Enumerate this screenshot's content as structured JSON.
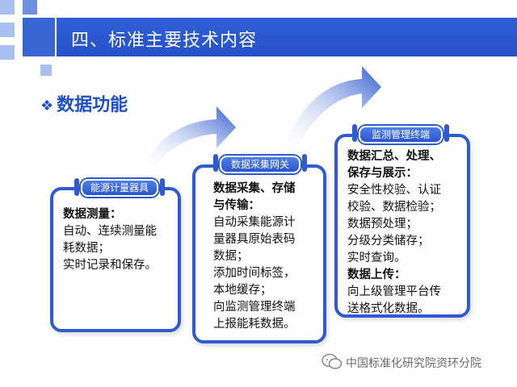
{
  "slide": {
    "title": "四、标准主要技术内容",
    "section_bullet": "❖",
    "section_title": "数据功能"
  },
  "boxes": [
    {
      "header": "能源计量器具",
      "lines": [
        {
          "text": "数据测量：",
          "bold": true
        },
        {
          "text": "自动、连续测量能",
          "bold": false
        },
        {
          "text": "耗数据；",
          "bold": false
        },
        {
          "text": "实时记录和保存。",
          "bold": false
        }
      ]
    },
    {
      "header": "数据采集网关",
      "lines": [
        {
          "text": "数据采集、存储",
          "bold": true
        },
        {
          "text": "与传输：",
          "bold": true
        },
        {
          "text": "自动采集能源计",
          "bold": false
        },
        {
          "text": "量器具原始表码",
          "bold": false
        },
        {
          "text": "数据；",
          "bold": false
        },
        {
          "text": "添加时间标签，",
          "bold": false
        },
        {
          "text": "本地缓存；",
          "bold": false
        },
        {
          "text": "向监测管理终端",
          "bold": false
        },
        {
          "text": "上报能耗数据。",
          "bold": false
        }
      ]
    },
    {
      "header": "监测管理终端",
      "lines": [
        {
          "text": "数据汇总、处理、",
          "bold": true
        },
        {
          "text": "保存与展示：",
          "bold": true
        },
        {
          "text": "安全性校验、认证",
          "bold": false
        },
        {
          "text": "校验、数据检验；",
          "bold": false
        },
        {
          "text": "数据预处理；",
          "bold": false
        },
        {
          "text": "分级分类储存；",
          "bold": false
        },
        {
          "text": "实时查询。",
          "bold": false
        },
        {
          "text": "数据上传：",
          "bold": true
        },
        {
          "text": "向上级管理平台传",
          "bold": false
        },
        {
          "text": "送格式化数据。",
          "bold": false
        }
      ]
    }
  ],
  "watermark": {
    "text": "中国标准化研究院资环分院",
    "icon": "wechat-icon"
  },
  "colors": {
    "accent": "#2f5bd0",
    "title_bar": "#2a56cc",
    "section_text": "#1d4fc9"
  }
}
